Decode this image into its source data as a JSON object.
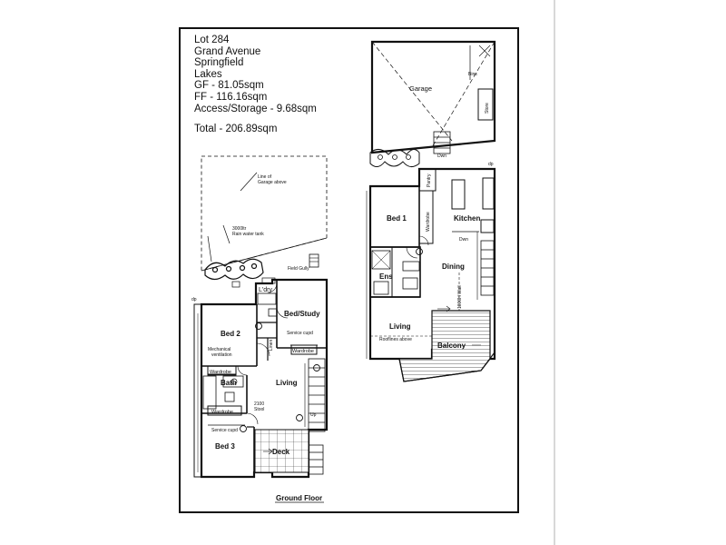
{
  "info": {
    "lot": "Lot 284",
    "street": "Grand Avenue",
    "suburb_1": "Springfield",
    "suburb_2": "Lakes",
    "gf": "GF - 81.05sqm",
    "ff": "FF - 116.16sqm",
    "access": "Access/Storage - 9.68sqm",
    "total": "Total - 206.89sqm"
  },
  "ground_floor": {
    "title": "Ground Floor",
    "line_of_garage": "Line of",
    "line_of_garage_2": "Garage above",
    "rain_tank": "3000ltr",
    "rain_tank_2": "Rain water tank",
    "field_gully": "Field Gully",
    "laundry": "L'dry",
    "bed_study": "Bed/Study",
    "bed2": "Bed 2",
    "service_cupd_1": "Service cupd",
    "mech_vent": "Mechanical",
    "mech_vent_2": "ventilation",
    "linen": "Linen",
    "wardrobe_1": "Wardrobe",
    "wardrobe_2": "Wardrobe",
    "wardrobe_3": "Wardrobe",
    "bath": "Bath",
    "living": "Living",
    "stool": "2100",
    "stool_2": "Stool",
    "up": "Up",
    "service_cupd_2": "Service cupd",
    "bed3": "Bed 3",
    "deck": "Deck",
    "dp": "dp"
  },
  "first_floor": {
    "garage": "Garage",
    "bins": "Bins",
    "store": "Store",
    "dwn": "Dwn",
    "bed1": "Bed 1",
    "wardrobe": "Wardrobe",
    "pantry": "Pantry",
    "kitchen": "Kitchen",
    "ens": "Ens",
    "dining": "Dining",
    "living": "Living",
    "rooflines": "Rooflines above",
    "balcony": "Balcony",
    "high_wall": "1000H Wall",
    "dp": "dp"
  }
}
